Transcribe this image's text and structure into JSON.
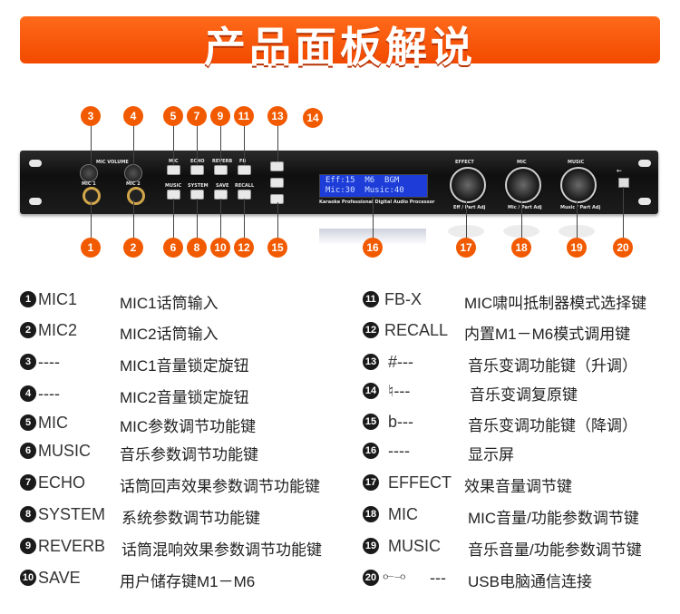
{
  "banner": {
    "title": "产品面板解说"
  },
  "panel": {
    "mic_volume_label": "MIC VOLUME",
    "mic1_label": "MIC 1",
    "mic2_label": "MIC 2",
    "btn_mic": "MIC",
    "btn_echo": "ECHO",
    "btn_reverb": "REVERB",
    "btn_fb": "FB",
    "btn_music": "MUSIC",
    "btn_system": "SYSTEM",
    "btn_save": "SAVE",
    "btn_recall": "RECALL",
    "lcd_line1": "Eff:15  M6  BGM",
    "lcd_line2": "Mic:30  Music:40",
    "brand_text": "Karaoke Professional Digital Audio Processor",
    "effect_label": "EFFECT",
    "effect_sub": "Eff / Part Adj",
    "mic_knob_label": "MIC",
    "mic_knob_sub": "Mic / Part Adj",
    "music_knob_label": "MUSIC",
    "music_knob_sub": "Music / Part Adj"
  },
  "badges": [
    "1",
    "2",
    "3",
    "4",
    "5",
    "6",
    "7",
    "8",
    "9",
    "10",
    "11",
    "12",
    "13",
    "14",
    "15",
    "16",
    "17",
    "18",
    "19",
    "20"
  ],
  "legend_left": [
    {
      "num": "1",
      "code": "MIC1",
      "desc": "MIC1话筒输入"
    },
    {
      "num": "2",
      "code": "MIC2",
      "desc": "MIC2话筒输入"
    },
    {
      "num": "3",
      "code": "----",
      "desc": "MIC1音量锁定旋钮"
    },
    {
      "num": "4",
      "code": "----",
      "desc": "MIC2音量锁定旋钮"
    },
    {
      "num": "5",
      "code": "MIC",
      "desc": "MIC参数调节功能键"
    },
    {
      "num": "6",
      "code": "MUSIC",
      "desc": "音乐参数调节功能键"
    },
    {
      "num": "7",
      "code": "ECHO",
      "desc": "话筒回声效果参数调节功能键"
    },
    {
      "num": "8",
      "code": "SYSTEM",
      "desc": "系统参数调节功能键"
    },
    {
      "num": "9",
      "code": "REVERB",
      "desc": "话筒混响效果参数调节功能键"
    },
    {
      "num": "10",
      "code": "SAVE",
      "desc": "用户储存键M1－M6"
    }
  ],
  "legend_right": [
    {
      "num": "11",
      "code": "FB-X",
      "desc": "MIC啸叫抵制器模式选择键"
    },
    {
      "num": "12",
      "code": "RECALL",
      "desc": "内置M1－M6模式调用键"
    },
    {
      "num": "13",
      "code": "#---",
      "desc": "音乐变调功能键（升调）"
    },
    {
      "num": "14",
      "code": "♮---",
      "desc": "音乐变调复原键"
    },
    {
      "num": "15",
      "code": "b---",
      "desc": "音乐变调功能键（降调）"
    },
    {
      "num": "16",
      "code": "----",
      "desc": "显示屏"
    },
    {
      "num": "17",
      "code": "EFFECT",
      "desc": "效果音量调节键"
    },
    {
      "num": "18",
      "code": "MIC",
      "desc": "MIC音量/功能参数调节键"
    },
    {
      "num": "19",
      "code": "MUSIC",
      "desc": "音乐音量/功能参数调节键"
    },
    {
      "num": "20",
      "code": "---",
      "desc": "USB电脑通信连接"
    }
  ],
  "colors": {
    "banner": "#f24a00",
    "badge": "#f25a00",
    "lcd": "#1e3cd8"
  }
}
